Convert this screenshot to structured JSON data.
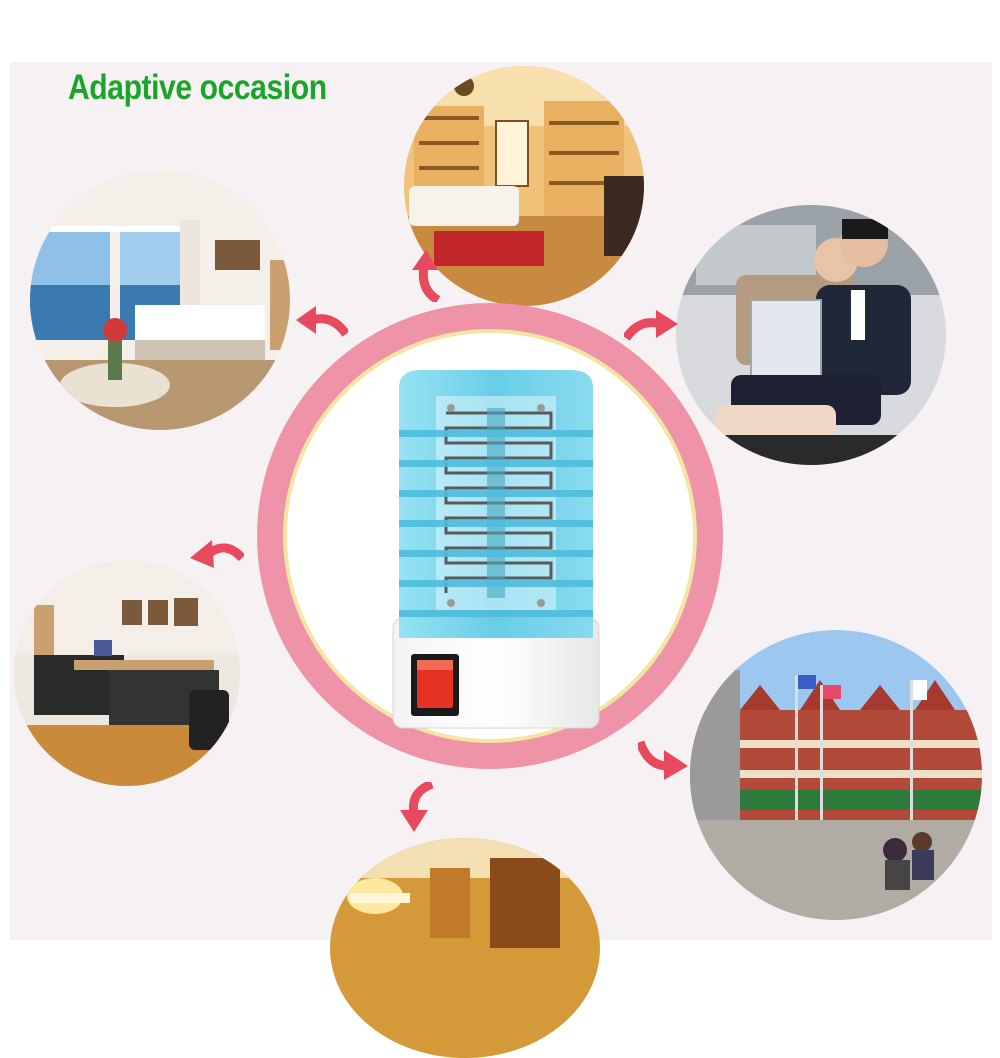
{
  "title": "Adaptive occasion",
  "colors": {
    "title": "#1aa52a",
    "ring": "#ef93a8",
    "arrow": "#e74a5e",
    "device_blue": "#5bc9e6",
    "switch_red": "#e63222",
    "background": "#f6f1f2"
  },
  "scenes": [
    "bedroom",
    "living-room",
    "airport-lounge",
    "office",
    "town-square",
    "hotel-room"
  ],
  "icons": [
    "curved-arrow-icon",
    "power-switch-icon"
  ]
}
